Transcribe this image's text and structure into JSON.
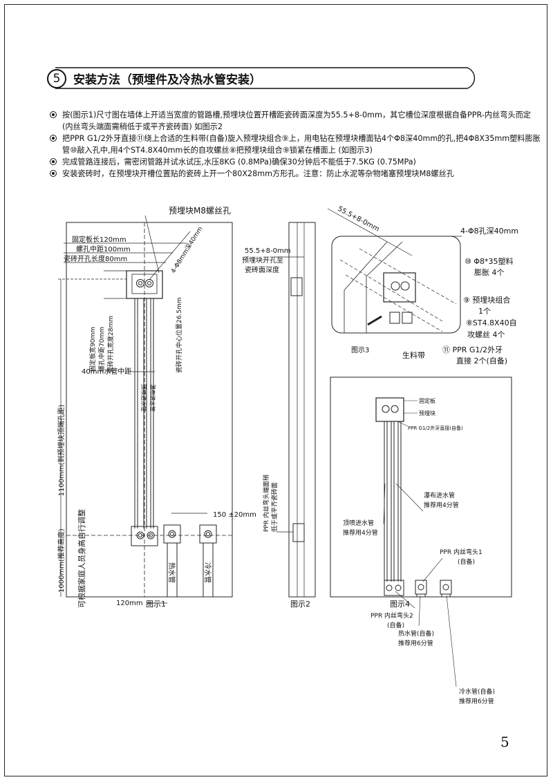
{
  "header": {
    "section_number": "5",
    "title": "安装方法（预埋件及冷热水管安装）"
  },
  "notes": [
    "按(图示1)尺寸图在墙体上开适当宽度的管路槽,预埋块位置开槽距瓷砖面深度为55.5+8-0mm，其它槽位深度根据自备PPR-内丝弯头而定",
    "(内丝弯头端面需稍低于或平齐瓷砖面)   如图示2",
    "把PPR G1/2外牙直接⑪绕上合适的生料带(自备)旋入预埋块组合⑨上，用电钻在预埋块槽面钻4个Φ8深40mm的孔,把4Φ8X35mm塑料膨胀",
    "管⑩敲入孔中,用4个ST4.8X40mm长的自攻螺丝⑧把预埋块组合⑨锁紧在槽面上 (如图示3)",
    "完成管路连接后，需密闭管路并试水试压,水压8KG (0.8MPa)确保30分钟后不能低于7.5KG (0.75MPa)",
    "安装瓷砖时，在预埋块开槽位置贴的瓷砖上开一个80X28mm方形孔。注意：防止水泥等杂物堵塞预埋块M8螺丝孔"
  ],
  "fig1": {
    "caption": "图示1",
    "m8_hole": "预埋块M8螺丝孔",
    "plate_length": "固定板长120mm",
    "hole_center_distance": "螺孔中距100mm",
    "tile_opening_length": "瓷砖开孔长度80mm",
    "plate_width": "固定板宽90mm",
    "hole_center_v": "螺孔中距70mm",
    "tile_opening_width": "瓷砖开孔宽度28mm",
    "tile_center_position": "瓷砖开孔中心位置26.5mm",
    "hole_depth": "4-Φ8mm深40mm",
    "pipe_center": "40mm水管中距",
    "top_spray_pipe": "顶喷进水管",
    "waterfall_pipe": "瀑布进水管",
    "dim_1100": "1100mm(到预埋块顶端孔距)",
    "dim_1000": "1000mm(推荐高度)",
    "adjust_note": "可根据家庭人员身高自行调整",
    "dim_150": "150 ±20mm",
    "dim_120": "120mm",
    "hot_pipe": "热水管",
    "cold_pipe": "冷水管"
  },
  "fig2": {
    "caption": "图示2",
    "depth_value": "55.5+8-0mm",
    "depth_label_1": "预埋块开孔至",
    "depth_label_2": "瓷砖面深度",
    "elbow_note_1": "PPR 内丝弯头端面稍",
    "elbow_note_2": "低于或平齐瓷砖面"
  },
  "fig3": {
    "caption": "图示3",
    "depth_value": "55.5+8-0mm",
    "holes": "4-Φ8孔深40mm",
    "expansion_1": "⑩ Φ8*35塑料",
    "expansion_2": "膨胀 4个",
    "block_1": "⑨ 预埋块组合",
    "block_2": "1个",
    "screw_1": "⑧ST4.8X40自",
    "screw_2": "攻螺丝 4个",
    "ppr_1": "⑪ PPR G1/2外牙",
    "ppr_2": "直接 2个(自备)",
    "tape": "生料带"
  },
  "fig4": {
    "caption": "图示4",
    "fixed_plate": "固定板",
    "embedded_block": "预埋块",
    "ppr_direct": "PPR G1/2外牙直接(自备)",
    "top_spray": "顶喷进水管",
    "top_spray_rec": "推荐用4分管",
    "waterfall": "瀑布进水管",
    "waterfall_rec": "推荐用4分管",
    "elbow1_1": "PPR 内丝弯头1",
    "elbow1_2": "(自备)",
    "elbow2_1": "PPR 内丝弯头2",
    "elbow2_2": "(自备)",
    "hot_1": "热水管(自备)",
    "hot_2": "推荐用6分管",
    "cold_1": "冷水管(自备)",
    "cold_2": "推荐用6分管"
  },
  "page_number": "5"
}
